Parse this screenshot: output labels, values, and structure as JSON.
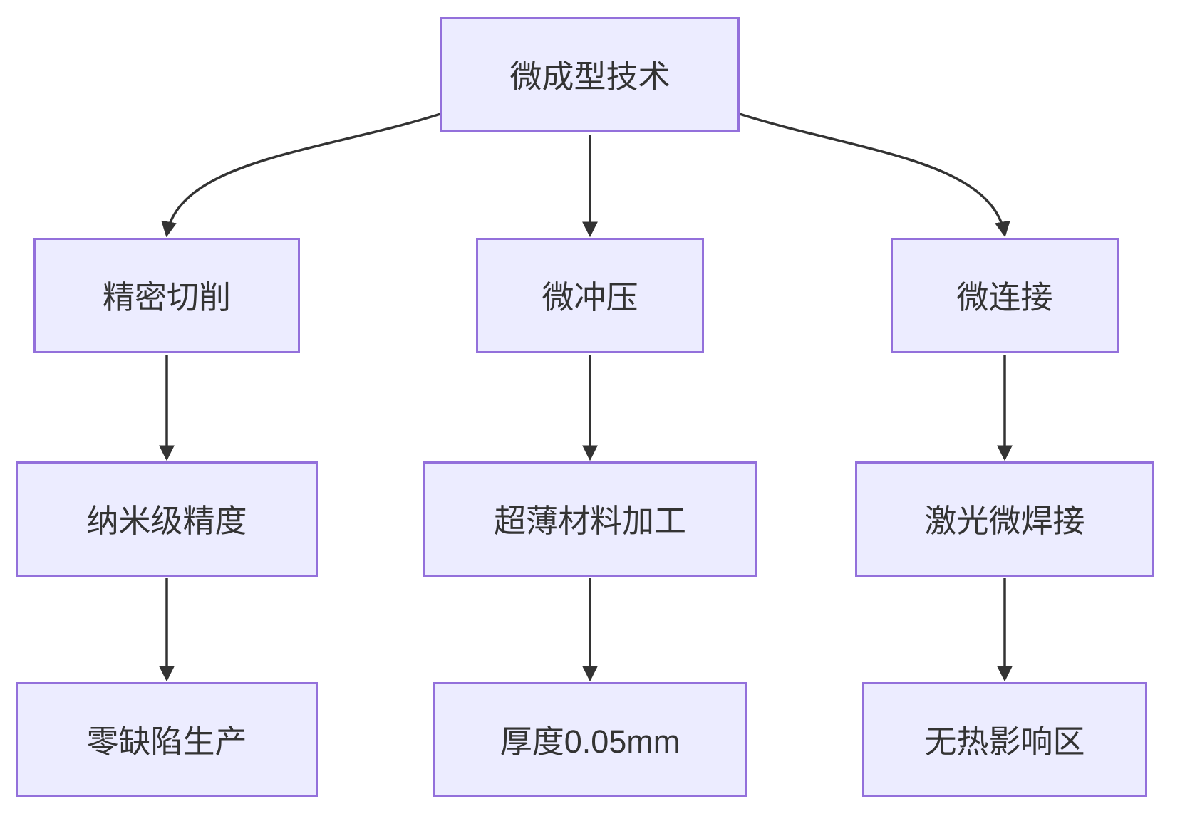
{
  "diagram": {
    "type": "flowchart",
    "direction": "top-down",
    "colors": {
      "node_fill": "#ECECFF",
      "node_border": "#9370DB",
      "text": "#333333",
      "edge": "#333333",
      "background": "#FFFFFF"
    },
    "nodes": {
      "root": {
        "label": "微成型技术"
      },
      "cutting": {
        "label": "精密切削"
      },
      "stamping": {
        "label": "微冲压"
      },
      "joining": {
        "label": "微连接"
      },
      "nano": {
        "label": "纳米级精度"
      },
      "ultrathin": {
        "label": "超薄材料加工"
      },
      "laser": {
        "label": "激光微焊接"
      },
      "zerodef": {
        "label": "零缺陷生产"
      },
      "thickness": {
        "label": "厚度0.05mm"
      },
      "nohaz": {
        "label": "无热影响区"
      }
    },
    "edges": [
      {
        "from": "微成型技术",
        "to": "精密切削"
      },
      {
        "from": "微成型技术",
        "to": "微冲压"
      },
      {
        "from": "微成型技术",
        "to": "微连接"
      },
      {
        "from": "精密切削",
        "to": "纳米级精度"
      },
      {
        "from": "微冲压",
        "to": "超薄材料加工"
      },
      {
        "from": "微连接",
        "to": "激光微焊接"
      },
      {
        "from": "纳米级精度",
        "to": "零缺陷生产"
      },
      {
        "from": "超薄材料加工",
        "to": "厚度0.05mm"
      },
      {
        "from": "激光微焊接",
        "to": "无热影响区"
      }
    ]
  }
}
